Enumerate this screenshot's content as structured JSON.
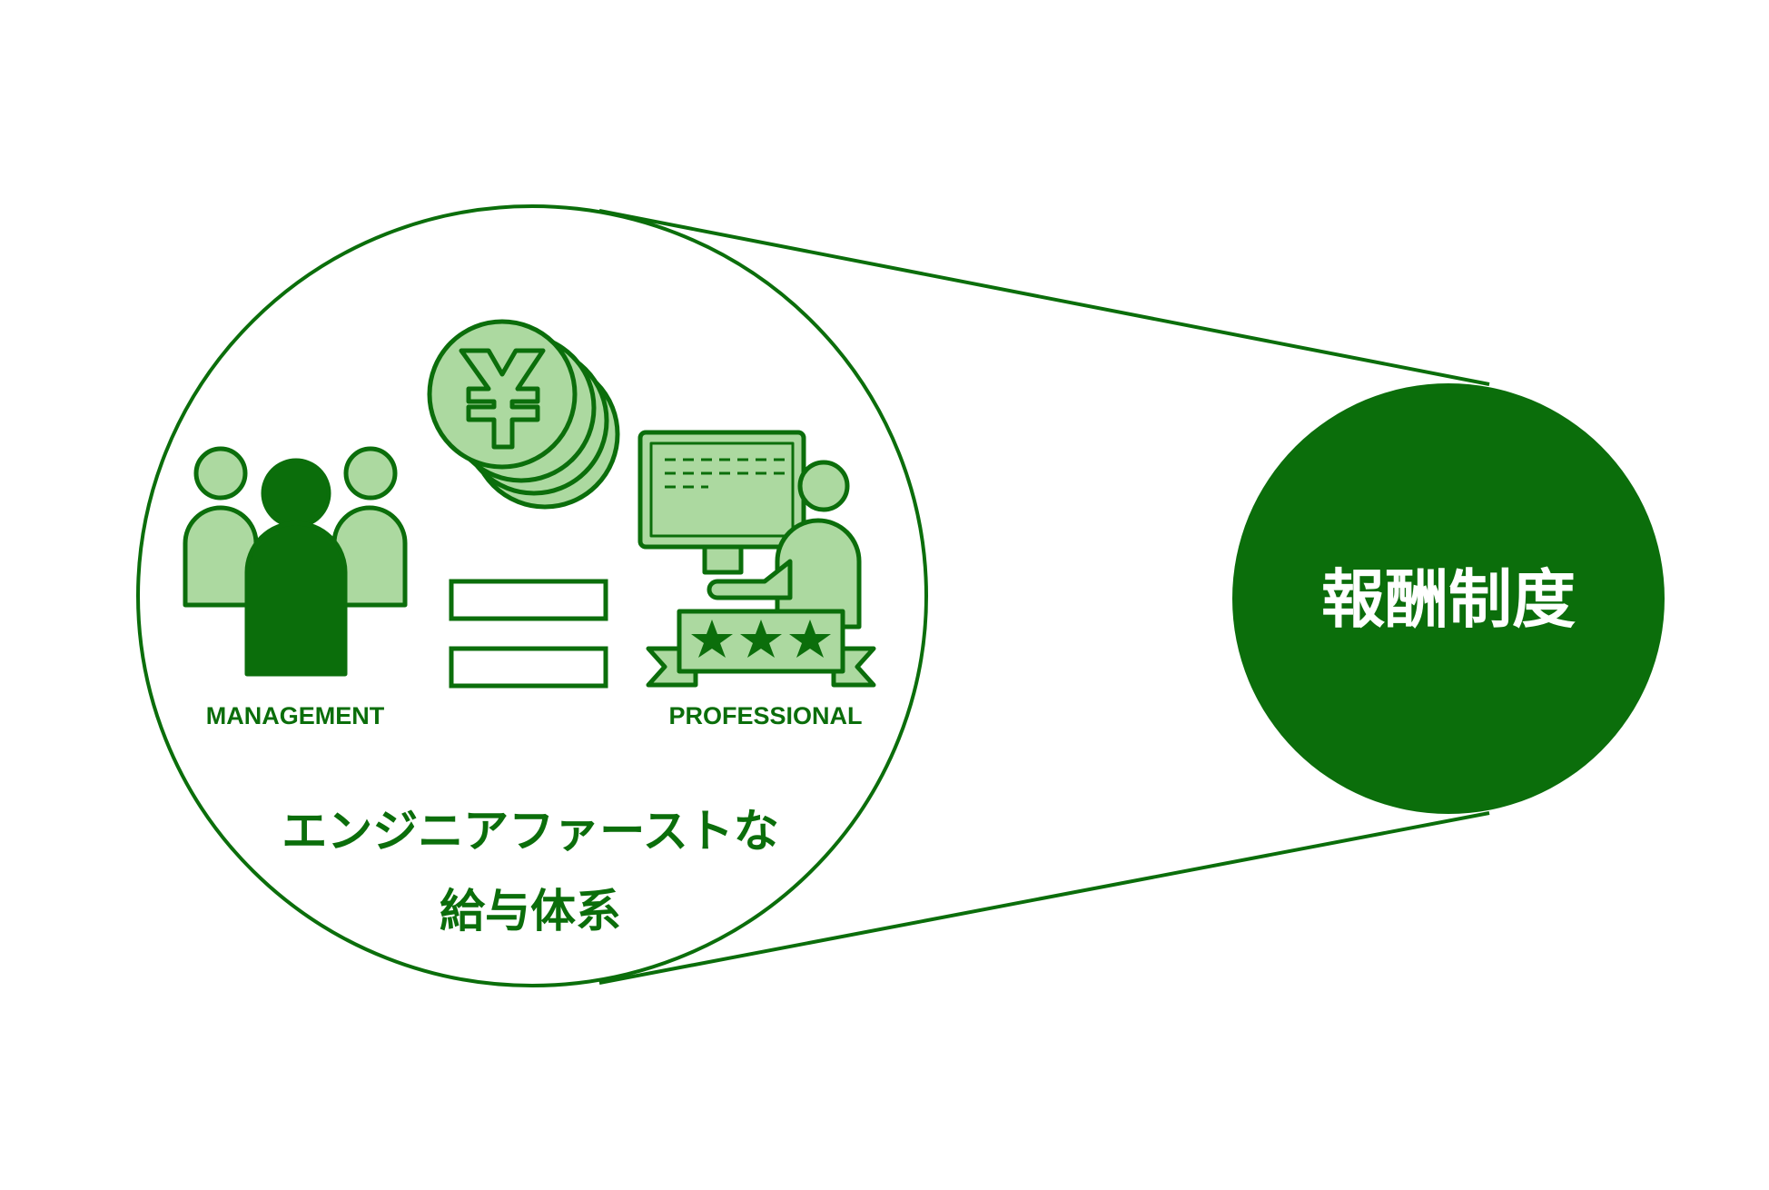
{
  "colors": {
    "dark_green": "#0b6e0b",
    "light_green": "#acd9a0",
    "background": "#ffffff",
    "white_text": "#ffffff"
  },
  "labels": {
    "management": "MANAGEMENT",
    "professional": "PROFESSIONAL",
    "caption_line1": "エンジニアファーストな",
    "caption_line2": "給与体系",
    "target": "報酬制度"
  },
  "icons": {
    "left_group": "people-group-icon",
    "coins": "yen-coins-icon",
    "equals": "equals-sign-icon",
    "right_group": "engineer-at-computer-with-rating-icon"
  }
}
